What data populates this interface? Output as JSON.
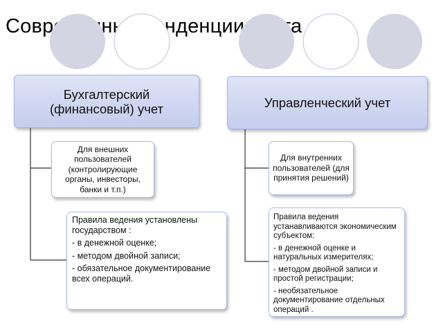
{
  "title": "Современные тенденции учета",
  "left": {
    "header": "Бухгалтерский\n(финансовый) учет",
    "users": "Для внешних\nпользователей\n(контролирующие\nорганы, инвесторы,\nбанки и т.п.)",
    "rules_title": "Правила ведения установлены государством :",
    "rules_items": [
      "- в денежной оценке;",
      "- методом двойной записи;",
      "- обязательное документирование всех операций."
    ]
  },
  "right": {
    "header": "Управленческий учет",
    "users": "Для внутренних\nпользователей (для\nпринятия решений)",
    "rules_title": "Правила ведения устанавливаются экономическим субъектом:",
    "rules_items": [
      "- в денежной оценке и натуральных измерителях;",
      "- методом двойной записи и простой регистрации;",
      "- необязательное документирование отдельных операций ."
    ]
  },
  "colors": {
    "header_fill": "#cbd3ef",
    "box_border": "#a9bde6",
    "connector": "#333333",
    "decor_circle": "#d4d5e3"
  }
}
